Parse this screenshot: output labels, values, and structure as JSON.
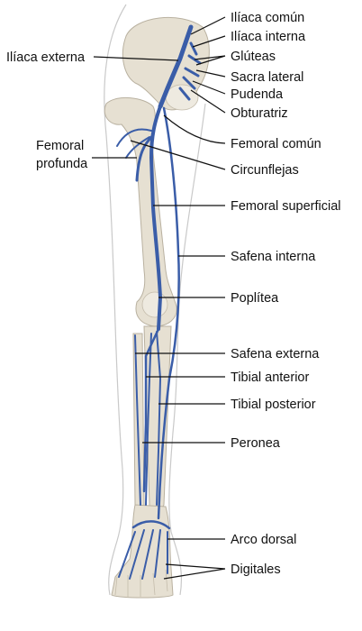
{
  "labels": {
    "iliaca_comun": "Ilíaca común",
    "iliaca_interna": "Ilíaca interna",
    "iliaca_externa": "Ilíaca externa",
    "gluteas": "Glúteas",
    "sacra_lateral": "Sacra lateral",
    "pudenda": "Pudenda",
    "obturatriz": "Obturatriz",
    "femoral_profunda_1": "Femoral",
    "femoral_profunda_2": "profunda",
    "femoral_comun": "Femoral común",
    "circunflejas": "Circunflejas",
    "femoral_superficial": "Femoral superficial",
    "safena_interna": "Safena interna",
    "poplitea": "Poplítea",
    "safena_externa": "Safena externa",
    "tibial_anterior": "Tibial anterior",
    "tibial_posterior": "Tibial posterior",
    "peronea": "Peronea",
    "arco_dorsal": "Arco dorsal",
    "digitales": "Digitales"
  },
  "colors": {
    "vein": "#3a5da8",
    "bone": "#e6e0d2",
    "text": "#111111"
  }
}
